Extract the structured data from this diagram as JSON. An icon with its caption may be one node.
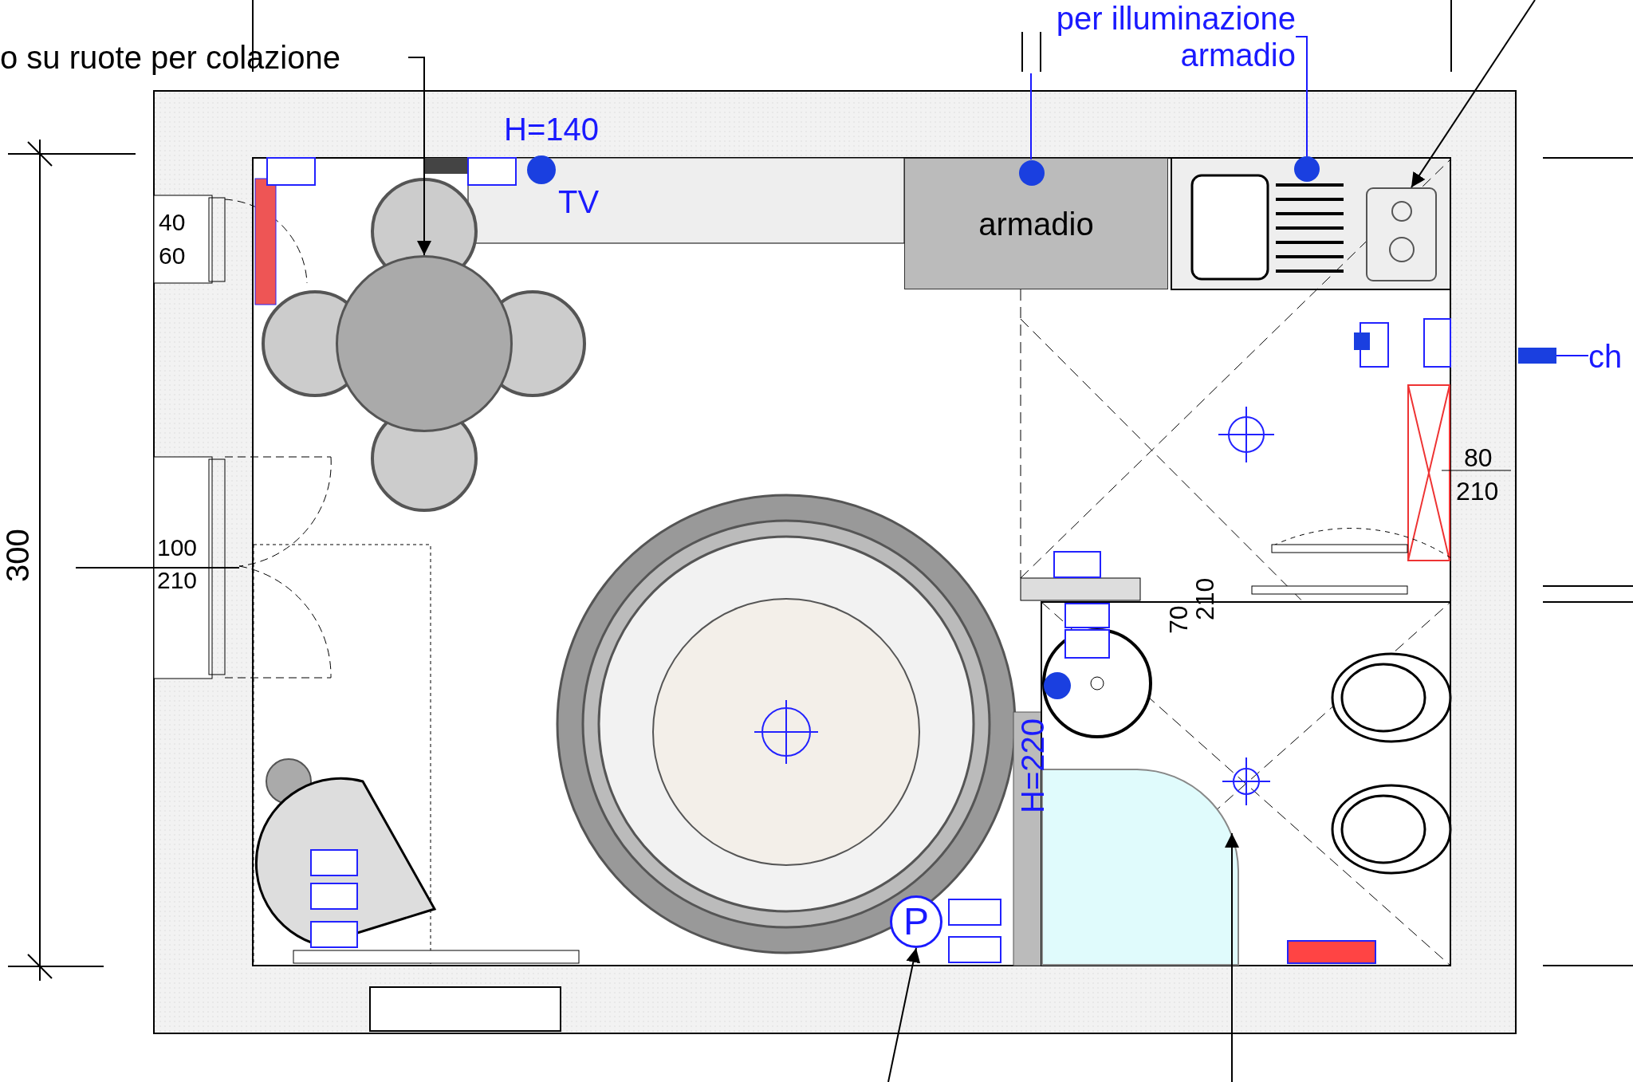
{
  "diagram": {
    "nodes": [
      {
        "text": [
          "o su ruote per colazione"
        ]
      },
      {
        "text": [],
        "shape": "circle"
      },
      {
        "text": [
          "per illuminazione armadio"
        ]
      },
      {
        "text": [],
        "shape": "circle",
        "in": 5
      },
      {
        "text": [],
        "shape": "circle"
      },
      {
        "text": [
          "armadio"
        ]
      },
      {
        "text": [
          "ch"
        ]
      },
      {
        "text": [],
        "shape": "box"
      },
      {
        "text": [],
        "shape": "box"
      },
      {
        "text": [
          "P"
        ]
      },
      {
        "text": [],
        "shape": "box"
      }
    ],
    "edges": [
      {
        "from": 0,
        "to": 1,
        "arrow": "to"
      },
      {
        "from": 2,
        "to": 3,
        "arrow": "none",
        "color": "#1a1aff"
      },
      {
        "from": 2,
        "to": 4,
        "arrow": "none",
        "color": "#1a1aff"
      },
      {
        "from": 6,
        "to": 7,
        "arrow": "none",
        "color": "#1a1aff"
      },
      {
        "from": null,
        "to": 8,
        "arrow": "to"
      },
      {
        "from": null,
        "to": 9,
        "arrow": "to"
      },
      {
        "from": null,
        "to": 10,
        "arrow": "to"
      }
    ],
    "labels": [
      "H=140",
      "TV",
      "40",
      "60",
      "300",
      "100",
      "210",
      "80",
      "210",
      "70",
      "210",
      "H=220"
    ]
  }
}
